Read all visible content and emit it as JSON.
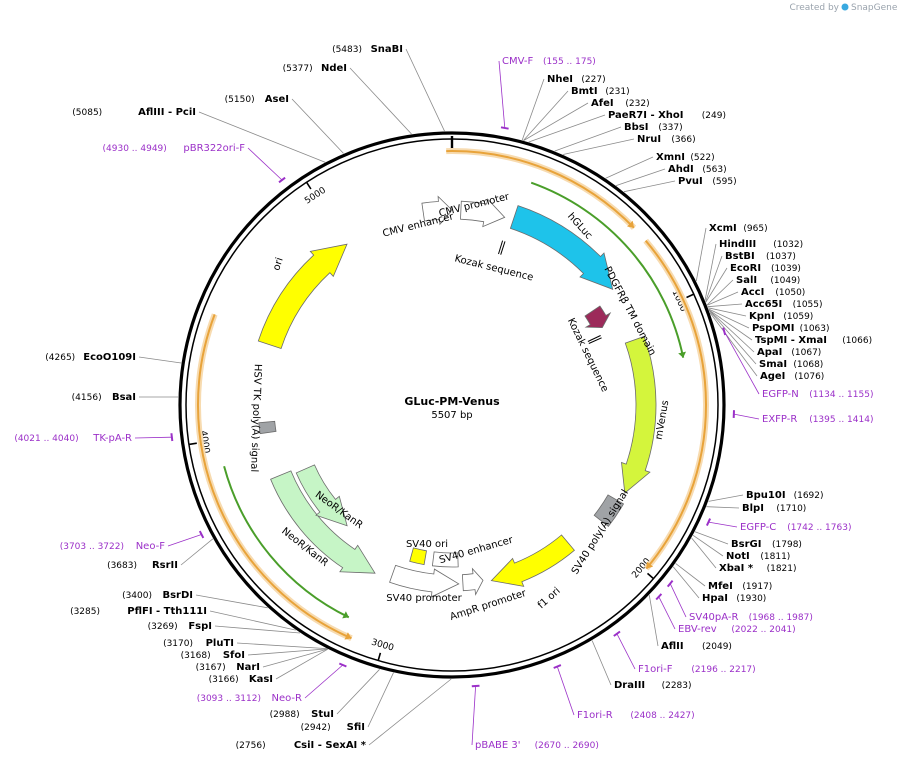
{
  "credit": {
    "prefix": "Created by",
    "brand": "SnapGene"
  },
  "plasmid": {
    "name": "GLuc-PM-Venus",
    "length_label": "5507 bp",
    "length": 5507
  },
  "ticks": [
    {
      "label": "1000",
      "bp": 1000
    },
    {
      "label": "2000",
      "bp": 2000
    },
    {
      "label": "3000",
      "bp": 3000
    },
    {
      "label": "4000",
      "bp": 4000
    },
    {
      "label": "5000",
      "bp": 5000
    }
  ],
  "features": [
    {
      "name": "CMV enhancer",
      "start": 5377,
      "end": 5507,
      "color": "#ffffff",
      "direction": "forward"
    },
    {
      "name": "CMV promoter",
      "start": 40,
      "end": 240,
      "color": "#ffffff",
      "direction": "forward"
    },
    {
      "name": "hGLuc",
      "start": 280,
      "end": 830,
      "color": "#1ec3ea",
      "direction": "forward"
    },
    {
      "name": "PDGFRβ TM domain",
      "start": 860,
      "end": 960,
      "color": "#9c2a5a",
      "direction": "forward"
    },
    {
      "name": "mVenus",
      "start": 1076,
      "end": 1790,
      "color": "#d4f53c",
      "direction": "forward"
    },
    {
      "name": "SV40 poly(A) signal",
      "start": 1835,
      "end": 1955,
      "color": "#a0a3a6",
      "direction": "none"
    },
    {
      "name": "f1 ori",
      "start": 2140,
      "end": 2560,
      "color": "#ffff00",
      "direction": "forward"
    },
    {
      "name": "AmpR promoter",
      "start": 2600,
      "end": 2700,
      "color": "#ffffff",
      "direction": "reverse"
    },
    {
      "name": "SV40 promoter",
      "start": 2720,
      "end": 3050,
      "color": "#ffffff",
      "direction": "reverse"
    },
    {
      "name": "SV40 ori",
      "start": 2905,
      "end": 2985,
      "color": "#ffff00",
      "direction": "none"
    },
    {
      "name": "SV40 enhancer",
      "start": 2720,
      "end": 2860,
      "color": "#ffffff",
      "direction": "none"
    },
    {
      "name": "NeoR/KanR",
      "start": 3130,
      "end": 3790,
      "color": "#c6f5c6",
      "direction": "reverse"
    },
    {
      "name": "HSV TK poly(A) signal",
      "start": 4000,
      "end": 4050,
      "color": "#a0a3a6",
      "direction": "none"
    },
    {
      "name": "ori",
      "start": 4410,
      "end": 5000,
      "color": "#ffff00",
      "direction": "forward"
    }
  ],
  "inner_labels": [
    {
      "text": "CMV enhancer"
    },
    {
      "text": "CMV promoter"
    },
    {
      "text": "Kozak sequence"
    },
    {
      "text": "Kozak sequence"
    },
    {
      "text": "hGLuc"
    },
    {
      "text": "PDGFRβ TM domain"
    },
    {
      "text": "mVenus"
    },
    {
      "text": "SV40 poly(A) signal"
    },
    {
      "text": "f1 ori"
    },
    {
      "text": "AmpR promoter"
    },
    {
      "text": "SV40 promoter"
    },
    {
      "text": "SV40 enhancer"
    },
    {
      "text": "SV40 ori"
    },
    {
      "text": "NeoR/KanR"
    },
    {
      "text": "NeoR/KanR"
    },
    {
      "text": "HSV TK poly(A) signal"
    },
    {
      "text": "ori"
    }
  ],
  "orf_arcs": [
    {
      "start": 5487,
      "end": 700,
      "color": "#e8a33a",
      "direction": "forward"
    },
    {
      "start": 300,
      "end": 1200,
      "color": "#4a9e2a",
      "direction": "forward"
    },
    {
      "start": 760,
      "end": 1990,
      "color": "#e8a33a",
      "direction": "forward"
    },
    {
      "start": 3110,
      "end": 4450,
      "color": "#e8a33a",
      "direction": "reverse"
    },
    {
      "start": 3150,
      "end": 3900,
      "color": "#4a9e2a",
      "direction": "reverse"
    }
  ],
  "enzymes": [
    {
      "name": "SnaBI",
      "pos": "(5483)",
      "bp": 5483
    },
    {
      "name": "NdeI",
      "pos": "(5377)",
      "bp": 5377
    },
    {
      "name": "AseI",
      "pos": "(5150)",
      "bp": 5150
    },
    {
      "name": "AflIII - PciI",
      "pos": "(5085)",
      "bp": 5085
    },
    {
      "name": "NheI",
      "pos": "(227)",
      "bp": 227
    },
    {
      "name": "BmtI",
      "pos": "(231)",
      "bp": 231
    },
    {
      "name": "AfeI",
      "pos": "(232)",
      "bp": 232
    },
    {
      "name": "PaeR7I - XhoI",
      "pos": "(249)",
      "bp": 249
    },
    {
      "name": "BbsI",
      "pos": "(337)",
      "bp": 337
    },
    {
      "name": "NruI",
      "pos": "(366)",
      "bp": 366
    },
    {
      "name": "XmnI",
      "pos": "(522)",
      "bp": 522
    },
    {
      "name": "AhdI",
      "pos": "(563)",
      "bp": 563
    },
    {
      "name": "PvuI",
      "pos": "(595)",
      "bp": 595
    },
    {
      "name": "XcmI",
      "pos": "(965)",
      "bp": 965
    },
    {
      "name": "HindIII",
      "pos": "(1032)",
      "bp": 1032
    },
    {
      "name": "BstBI",
      "pos": "(1037)",
      "bp": 1037
    },
    {
      "name": "EcoRI",
      "pos": "(1039)",
      "bp": 1039
    },
    {
      "name": "SalI",
      "pos": "(1049)",
      "bp": 1049
    },
    {
      "name": "AccI",
      "pos": "(1050)",
      "bp": 1050
    },
    {
      "name": "Acc65I",
      "pos": "(1055)",
      "bp": 1055
    },
    {
      "name": "KpnI",
      "pos": "(1059)",
      "bp": 1059
    },
    {
      "name": "PspOMI",
      "pos": "(1063)",
      "bp": 1063
    },
    {
      "name": "TspMI - XmaI",
      "pos": "(1066)",
      "bp": 1066
    },
    {
      "name": "ApaI",
      "pos": "(1067)",
      "bp": 1067
    },
    {
      "name": "SmaI",
      "pos": "(1068)",
      "bp": 1068
    },
    {
      "name": "AgeI",
      "pos": "(1076)",
      "bp": 1076
    },
    {
      "name": "Bpu10I",
      "pos": "(1692)",
      "bp": 1692
    },
    {
      "name": "BlpI",
      "pos": "(1710)",
      "bp": 1710
    },
    {
      "name": "BsrGI",
      "pos": "(1798)",
      "bp": 1798
    },
    {
      "name": "NotI",
      "pos": "(1811)",
      "bp": 1811
    },
    {
      "name": "XbaI *",
      "pos": "(1821)",
      "bp": 1821
    },
    {
      "name": "MfeI",
      "pos": "(1917)",
      "bp": 1917
    },
    {
      "name": "HpaI",
      "pos": "(1930)",
      "bp": 1930
    },
    {
      "name": "AflII",
      "pos": "(2049)",
      "bp": 2049
    },
    {
      "name": "DraIII",
      "pos": "(2283)",
      "bp": 2283
    },
    {
      "name": "CsiI - SexAI *",
      "pos": "(2756)",
      "bp": 2756
    },
    {
      "name": "SfiI",
      "pos": "(2942)",
      "bp": 2942
    },
    {
      "name": "StuI",
      "pos": "(2988)",
      "bp": 2988
    },
    {
      "name": "KasI",
      "pos": "(3166)",
      "bp": 3166
    },
    {
      "name": "NarI",
      "pos": "(3167)",
      "bp": 3167
    },
    {
      "name": "SfoI",
      "pos": "(3168)",
      "bp": 3168
    },
    {
      "name": "PluTI",
      "pos": "(3170)",
      "bp": 3170
    },
    {
      "name": "FspI",
      "pos": "(3269)",
      "bp": 3269
    },
    {
      "name": "PflFI - Tth111I",
      "pos": "(3285)",
      "bp": 3285
    },
    {
      "name": "BsrDI",
      "pos": "(3400)",
      "bp": 3400
    },
    {
      "name": "RsrII",
      "pos": "(3683)",
      "bp": 3683
    },
    {
      "name": "BsaI",
      "pos": "(4156)",
      "bp": 4156
    },
    {
      "name": "EcoO109I",
      "pos": "(4265)",
      "bp": 4265
    }
  ],
  "primers": [
    {
      "name": "CMV-F",
      "range": "(155 .. 175)",
      "bp": 165
    },
    {
      "name": "EGFP-N",
      "range": "(1134 .. 1155)",
      "bp": 1145
    },
    {
      "name": "EXFP-R",
      "range": "(1395 .. 1414)",
      "bp": 1405
    },
    {
      "name": "EGFP-C",
      "range": "(1742 .. 1763)",
      "bp": 1752
    },
    {
      "name": "SV40pA-R",
      "range": "(1968 .. 1987)",
      "bp": 1978
    },
    {
      "name": "EBV-rev",
      "range": "(2022 .. 2041)",
      "bp": 2032
    },
    {
      "name": "F1ori-F",
      "range": "(2196 .. 2217)",
      "bp": 2206
    },
    {
      "name": "F1ori-R",
      "range": "(2408 .. 2427)",
      "bp": 2418
    },
    {
      "name": "pBABE 3'",
      "range": "(2670 .. 2690)",
      "bp": 2680
    },
    {
      "name": "Neo-R",
      "range": "(3093 .. 3112)",
      "bp": 3102
    },
    {
      "name": "Neo-F",
      "range": "(3703 .. 3722)",
      "bp": 3712
    },
    {
      "name": "TK-pA-R",
      "range": "(4021 .. 4040)",
      "bp": 4030
    },
    {
      "name": "pBR322ori-F",
      "range": "(4930 .. 4949)",
      "bp": 4940
    }
  ]
}
